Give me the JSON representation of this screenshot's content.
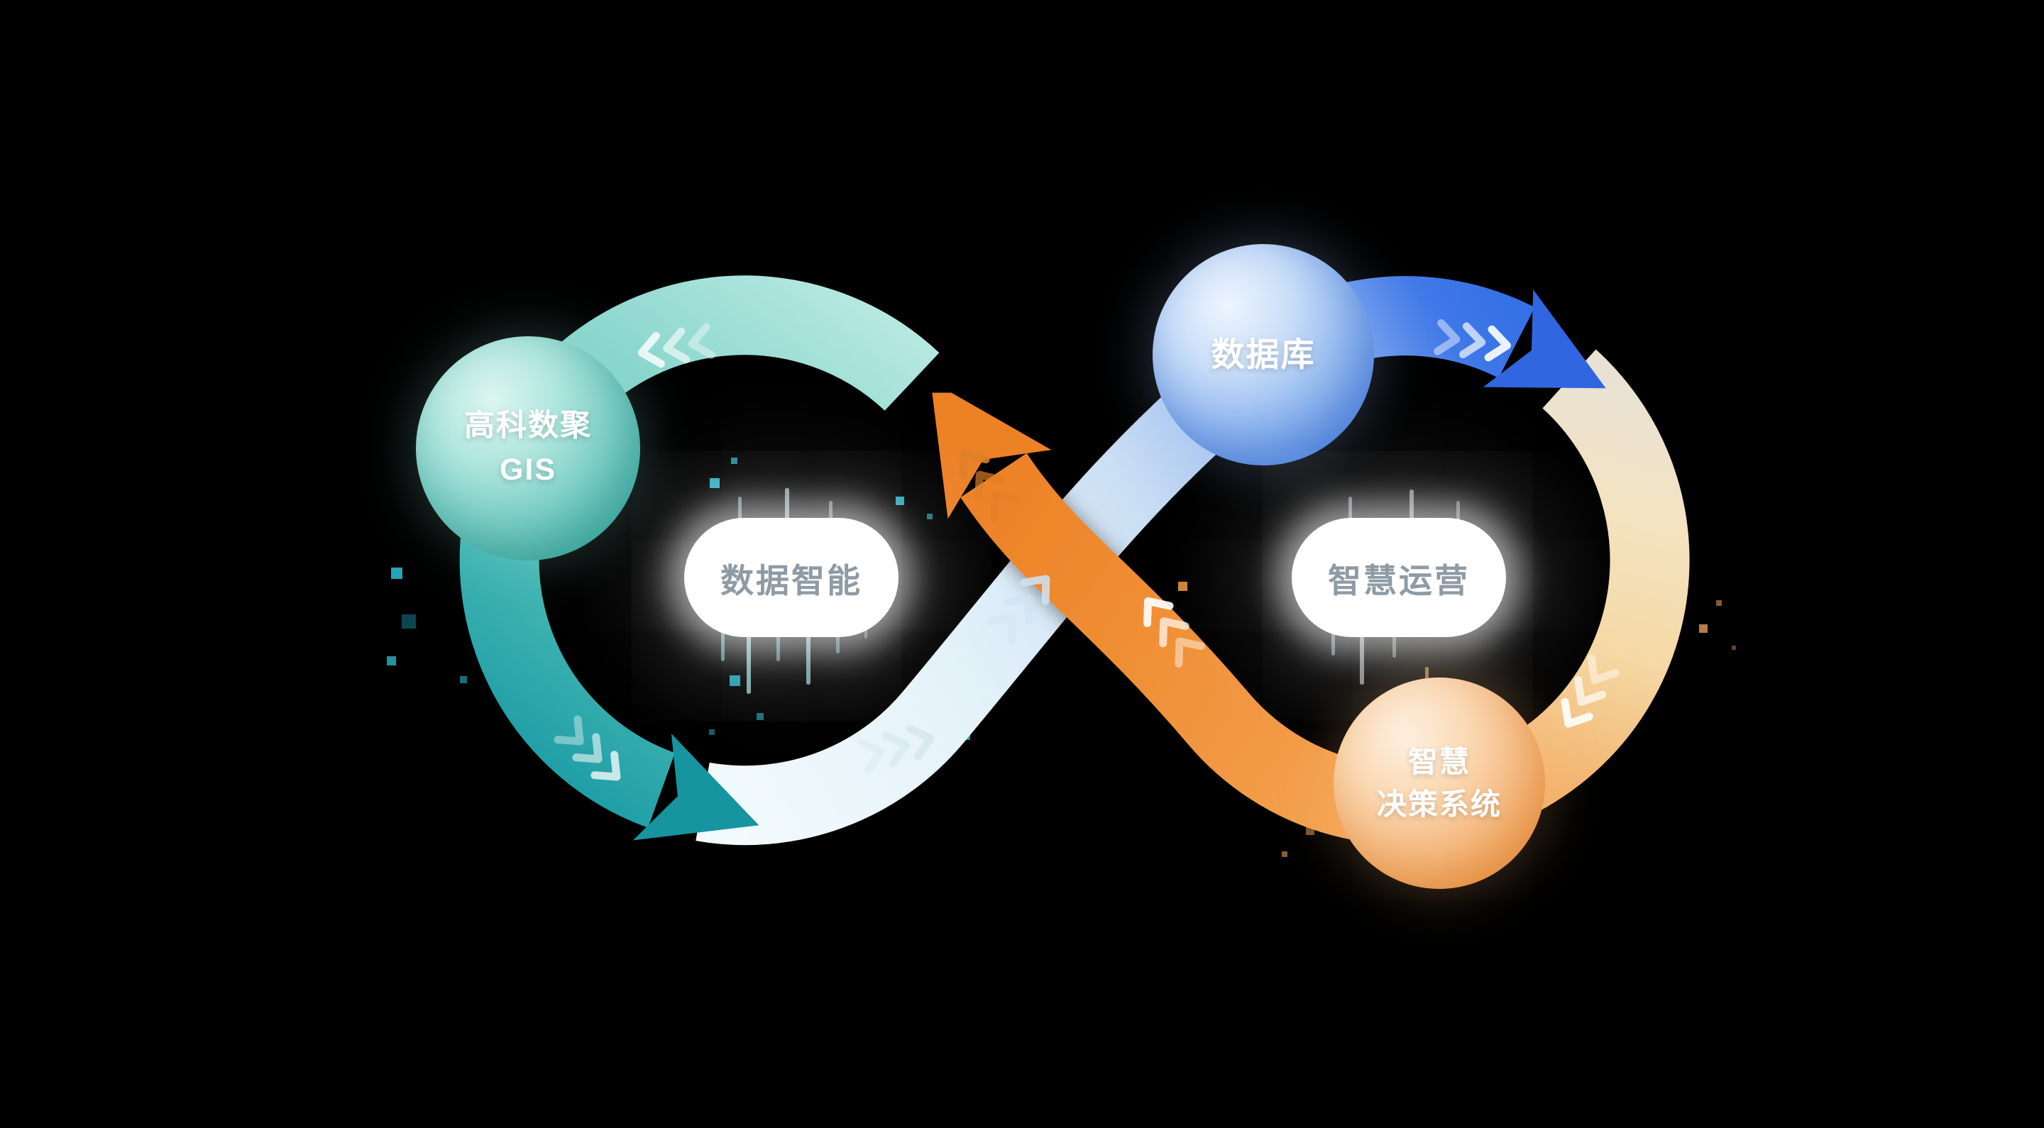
{
  "diagram": {
    "type": "infinity-flow",
    "background": "#000000",
    "nodes": [
      {
        "id": "gis",
        "lines": [
          "高科数聚",
          "GIS"
        ],
        "accent": "#4db5ac"
      },
      {
        "id": "database",
        "lines": [
          "数据库"
        ],
        "accent": "#4c82e2"
      },
      {
        "id": "decision-system",
        "lines": [
          "智慧",
          "决策系统"
        ],
        "accent": "#ee9140"
      }
    ],
    "loops": [
      {
        "id": "left-loop",
        "label": "数据智能",
        "arc_colors": [
          "#bcebe3",
          "#1799a3"
        ],
        "return_colors": [
          "#f2fafd",
          "#3571e6"
        ]
      },
      {
        "id": "right-loop",
        "label": "智慧运营",
        "arc_colors": [
          "#e9e2d4",
          "#f2ac64"
        ],
        "return_colors": [
          "#f5ad62",
          "#ed8127"
        ]
      }
    ],
    "label_text_color": "#8f9ba4",
    "node_text_color": "#ffffff"
  }
}
